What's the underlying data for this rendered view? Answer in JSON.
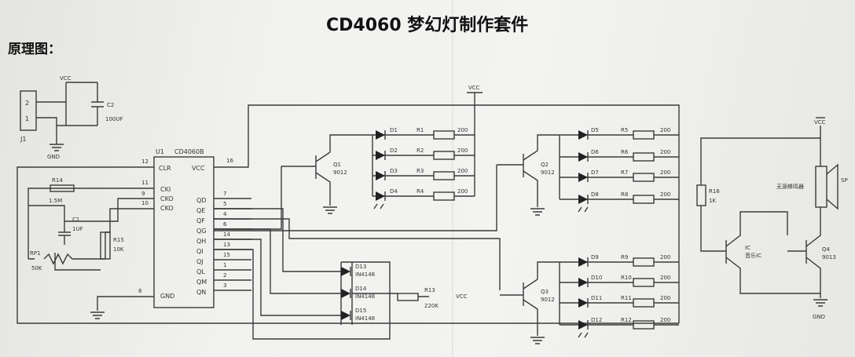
{
  "title": "CD4060 梦幻灯制作套件",
  "subtitle": "原理图：",
  "power": {
    "vcc": "VCC",
    "gnd": "GND"
  },
  "ic": {
    "ref": "U1",
    "part": "CD4060B",
    "left_pins": [
      {
        "name": "CLR",
        "num": "12"
      },
      {
        "name": "CKI",
        "num": "11"
      },
      {
        "name": "CKO",
        "num": "9"
      },
      {
        "name": "CKO",
        "num": "10"
      }
    ],
    "right_pins": [
      {
        "name": "QD",
        "num": "7"
      },
      {
        "name": "QE",
        "num": "5"
      },
      {
        "name": "QF",
        "num": "4"
      },
      {
        "name": "QG",
        "num": "6"
      },
      {
        "name": "QH",
        "num": "14"
      },
      {
        "name": "QI",
        "num": "13"
      },
      {
        "name": "QJ",
        "num": "15"
      },
      {
        "name": "QL",
        "num": "1"
      },
      {
        "name": "QM",
        "num": "2"
      },
      {
        "name": "QN",
        "num": "3"
      }
    ],
    "vcc": {
      "name": "VCC",
      "num": "16"
    },
    "gnd": {
      "name": "GND",
      "num": "8"
    }
  },
  "connector": {
    "ref": "J1",
    "pins": [
      "2",
      "1"
    ]
  },
  "c2": {
    "ref": "C2",
    "value": "100UF"
  },
  "c1": {
    "ref": "C1",
    "value": "1UF"
  },
  "r14": {
    "ref": "R14",
    "value": "1.5M"
  },
  "r15": {
    "ref": "R15",
    "value": "10K"
  },
  "rp1": {
    "ref": "RP1",
    "value": "50K"
  },
  "q1": {
    "ref": "Q1",
    "part": "9012"
  },
  "q2": {
    "ref": "Q2",
    "part": "9012"
  },
  "q3": {
    "ref": "Q3",
    "part": "9012"
  },
  "group1": [
    {
      "led": "D1",
      "res": "R1",
      "val": "200"
    },
    {
      "led": "D2",
      "res": "R2",
      "val": "200"
    },
    {
      "led": "D3",
      "res": "R3",
      "val": "200"
    },
    {
      "led": "D4",
      "res": "R4",
      "val": "200"
    }
  ],
  "group2": [
    {
      "led": "D5",
      "res": "R5",
      "val": "200"
    },
    {
      "led": "D6",
      "res": "R6",
      "val": "200"
    },
    {
      "led": "D7",
      "res": "R7",
      "val": "200"
    },
    {
      "led": "D8",
      "res": "R8",
      "val": "200"
    }
  ],
  "group3": [
    {
      "led": "D9",
      "res": "R9",
      "val": "200"
    },
    {
      "led": "D10",
      "res": "R10",
      "val": "200"
    },
    {
      "led": "D11",
      "res": "R11",
      "val": "200"
    },
    {
      "led": "D12",
      "res": "R12",
      "val": "200"
    }
  ],
  "diodes": [
    {
      "ref": "D13",
      "part": "IN4148"
    },
    {
      "ref": "D14",
      "part": "IN4148"
    },
    {
      "ref": "D15",
      "part": "IN4148"
    }
  ],
  "r13": {
    "ref": "R13",
    "value": "220K",
    "vcc": "VCC"
  },
  "r16": {
    "ref": "R16",
    "value": "1K"
  },
  "q4": {
    "ref": "Q4",
    "part": "9013"
  },
  "buzz": {
    "label": "无源蜂鸣器",
    "ref": "SP"
  },
  "ic2": {
    "ref": "IC",
    "part": "音乐IC"
  }
}
